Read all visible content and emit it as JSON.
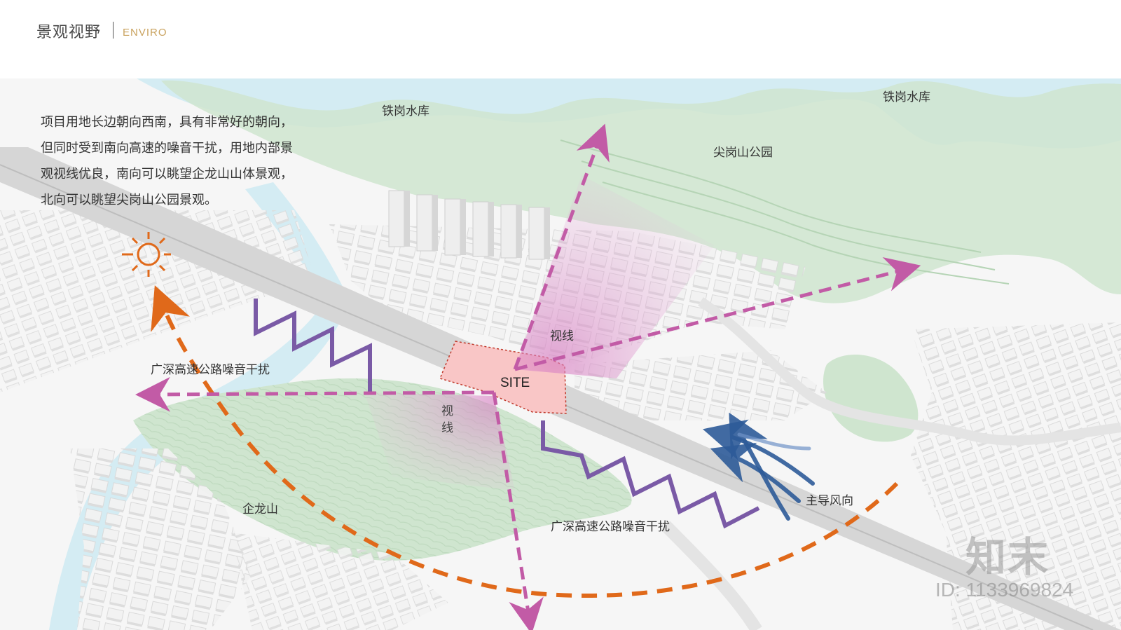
{
  "header": {
    "title": "景观视野",
    "subtitle": "ENVIRO"
  },
  "description": {
    "lines": [
      "项目用地长边朝向西南，具有非常好的朝向，",
      "但同时受到南向高速的噪音干扰，用地内部景",
      "观视线优良，南向可以眺望企龙山山体景观，",
      "北向可以眺望尖岗山公园景观。"
    ]
  },
  "labels": {
    "reservoir_left": "铁岗水库",
    "reservoir_right": "铁岗水库",
    "park": "尖岗山公园",
    "mountain": "企龙山",
    "noise_upper": "广深高速公路噪音干扰",
    "noise_lower": "广深高速公路噪音干扰",
    "wind": "主导风向",
    "site": "SITE",
    "sightline_north": "视线",
    "sightline_south": "视线"
  },
  "watermark": {
    "logo": "知末",
    "id": "ID: 1133969824"
  },
  "colors": {
    "sightline": "#c25ba6",
    "noise": "#7a5aa6",
    "sun_arc": "#e0691a",
    "wind": "#2e5b99",
    "site_fill": "#f9c6c6",
    "site_border": "#c0392b",
    "greenery": "#cfe5cf",
    "water": "#d4ecf3",
    "accent": "#c9a25e"
  },
  "icons": {
    "sun": "sun-icon"
  }
}
